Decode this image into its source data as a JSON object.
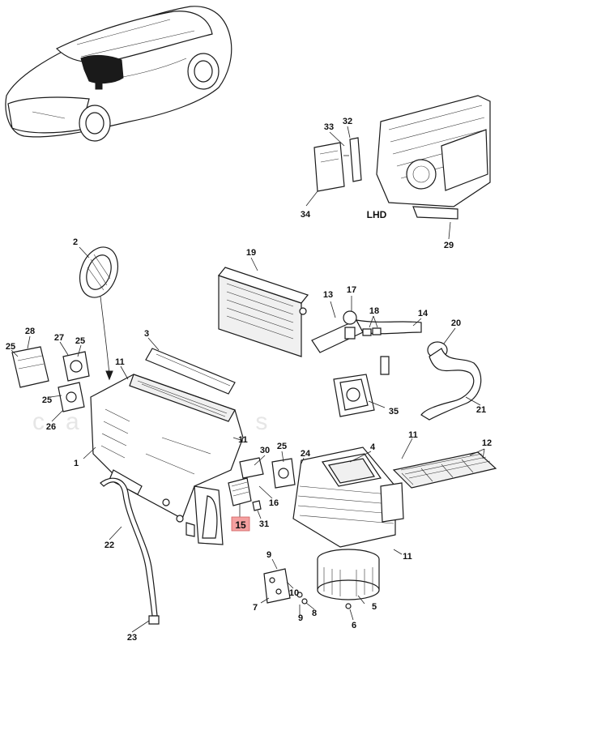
{
  "region_label": "LHD",
  "watermark": "carparts",
  "highlight_color": "#f4a0a0",
  "callouts": [
    {
      "id": "1",
      "text": "1"
    },
    {
      "id": "2",
      "text": "2"
    },
    {
      "id": "3",
      "text": "3"
    },
    {
      "id": "4",
      "text": "4"
    },
    {
      "id": "5",
      "text": "5"
    },
    {
      "id": "6",
      "text": "6"
    },
    {
      "id": "7",
      "text": "7"
    },
    {
      "id": "8",
      "text": "8"
    },
    {
      "id": "9a",
      "text": "9"
    },
    {
      "id": "9b",
      "text": "9"
    },
    {
      "id": "10",
      "text": "10"
    },
    {
      "id": "11a",
      "text": "11"
    },
    {
      "id": "11b",
      "text": "11"
    },
    {
      "id": "11c",
      "text": "11"
    },
    {
      "id": "11d",
      "text": "11"
    },
    {
      "id": "12",
      "text": "12"
    },
    {
      "id": "13",
      "text": "13"
    },
    {
      "id": "14",
      "text": "14"
    },
    {
      "id": "15",
      "text": "15",
      "highlighted": true
    },
    {
      "id": "16",
      "text": "16"
    },
    {
      "id": "17",
      "text": "17"
    },
    {
      "id": "18",
      "text": "18"
    },
    {
      "id": "19",
      "text": "19"
    },
    {
      "id": "20",
      "text": "20"
    },
    {
      "id": "21",
      "text": "21"
    },
    {
      "id": "22",
      "text": "22"
    },
    {
      "id": "23",
      "text": "23"
    },
    {
      "id": "24",
      "text": "24"
    },
    {
      "id": "25a",
      "text": "25"
    },
    {
      "id": "25b",
      "text": "25"
    },
    {
      "id": "25c",
      "text": "25"
    },
    {
      "id": "25d",
      "text": "25"
    },
    {
      "id": "26",
      "text": "26"
    },
    {
      "id": "27",
      "text": "27"
    },
    {
      "id": "28",
      "text": "28"
    },
    {
      "id": "29",
      "text": "29"
    },
    {
      "id": "30",
      "text": "30"
    },
    {
      "id": "31",
      "text": "31"
    },
    {
      "id": "32",
      "text": "32"
    },
    {
      "id": "33",
      "text": "33"
    },
    {
      "id": "34",
      "text": "34"
    },
    {
      "id": "35",
      "text": "35"
    }
  ]
}
